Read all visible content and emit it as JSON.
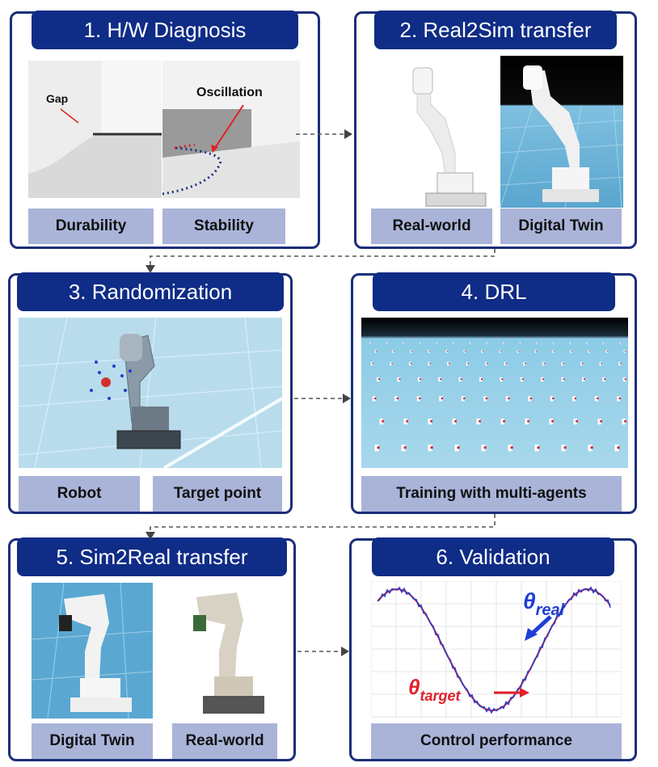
{
  "panels": {
    "p1": {
      "title": "1. H/W Diagnosis",
      "labels": [
        "Durability",
        "Stability"
      ],
      "annotations": [
        "Gap",
        "Oscillation"
      ]
    },
    "p2": {
      "title": "2. Real2Sim transfer",
      "labels": [
        "Real-world",
        "Digital Twin"
      ]
    },
    "p3": {
      "title": "3. Randomization",
      "labels": [
        "Robot",
        "Target point"
      ]
    },
    "p4": {
      "title": "4. DRL",
      "labels": [
        "Training with multi-agents"
      ]
    },
    "p5": {
      "title": "5. Sim2Real transfer",
      "labels": [
        "Digital Twin",
        "Real-world"
      ]
    },
    "p6": {
      "title": "6. Validation",
      "labels": [
        "Control performance"
      ],
      "legend_real": "θ",
      "legend_real_sub": "real",
      "legend_target": "θ",
      "legend_target_sub": "target"
    }
  },
  "colors": {
    "panel_border": "#1a2e7a",
    "title_bg": "#0f2c86",
    "label_bg": "#a9b4d8",
    "real_curve": "#1f3fd6",
    "target_curve": "#e0202a"
  }
}
